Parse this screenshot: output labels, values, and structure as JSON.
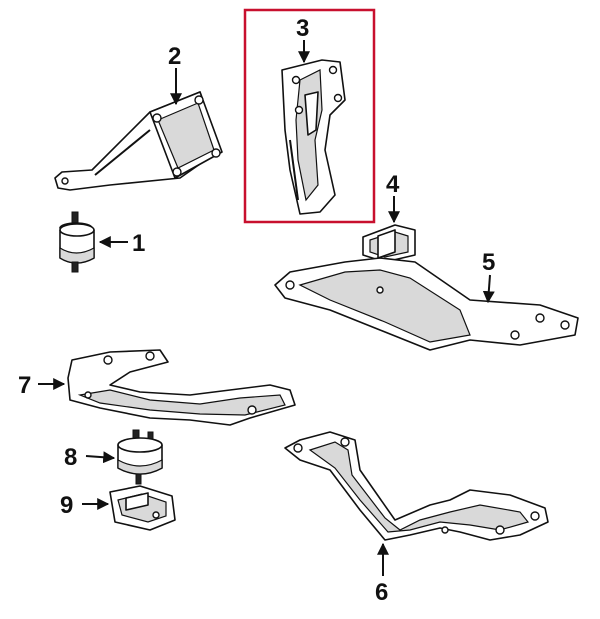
{
  "diagram": {
    "highlight_color": "#c8102e",
    "callouts": [
      {
        "id": "1",
        "label": "1"
      },
      {
        "id": "2",
        "label": "2"
      },
      {
        "id": "3",
        "label": "3"
      },
      {
        "id": "4",
        "label": "4"
      },
      {
        "id": "5",
        "label": "5"
      },
      {
        "id": "6",
        "label": "6"
      },
      {
        "id": "7",
        "label": "7"
      },
      {
        "id": "8",
        "label": "8"
      },
      {
        "id": "9",
        "label": "9"
      }
    ]
  }
}
